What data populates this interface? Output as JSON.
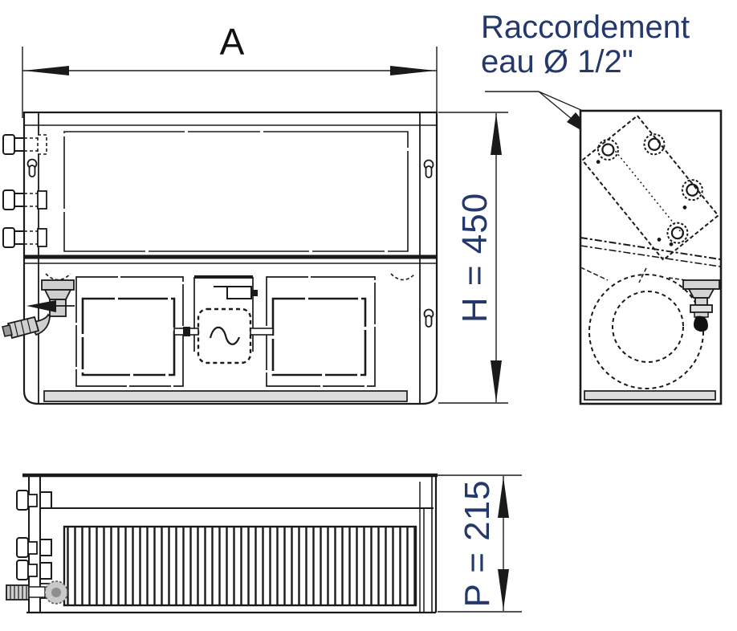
{
  "drawing": {
    "labels": {
      "width_dim": "A",
      "height_dim": "H = 450",
      "depth_dim": "P = 215",
      "connection_line1": "Raccordement",
      "connection_line2": "eau Ø 1/2\""
    },
    "colors": {
      "line": "#1a1a1a",
      "dimension_text": "#24386b",
      "fill_gray": "#d8d8d8"
    }
  }
}
